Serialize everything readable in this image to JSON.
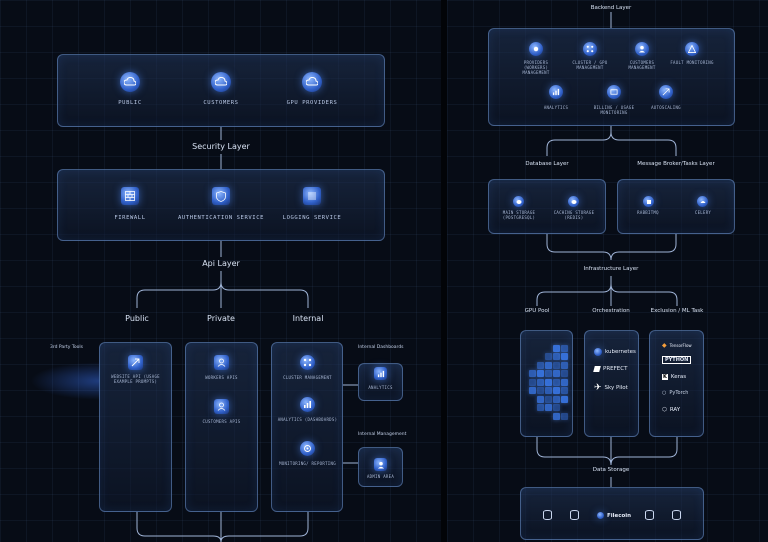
{
  "left": {
    "top_box": {
      "items": [
        {
          "label": "PUBLIC",
          "icon": "cloud-icon"
        },
        {
          "label": "CUSTOMERS",
          "icon": "cloud-icon"
        },
        {
          "label": "GPU PROVIDERS",
          "icon": "cloud-icon"
        }
      ]
    },
    "security_layer": "Security Layer",
    "security_box": {
      "items": [
        {
          "label": "FIREWALL",
          "icon": "firewall-icon"
        },
        {
          "label": "AUTHENTICATION SERVICE",
          "icon": "shield-icon"
        },
        {
          "label": "LOGGING SERVICE",
          "icon": "log-icon"
        }
      ]
    },
    "api_layer": "Api Layer",
    "api_columns": [
      "Public",
      "Private",
      "Internal"
    ],
    "third_party": "3rd Party Tools",
    "public_item": "WEBSITE API (USAGE EXAMPLE PROMPTS)",
    "private_items": [
      "WORKERS APIS",
      "CUSTOMERS APIS"
    ],
    "internal_items": [
      "CLUSTER MANAGEMENT",
      "ANALYTICS (DASHBOARDS)",
      "MONITORING/ REPORTING"
    ],
    "internal_dashboards": "Internal Dashboards",
    "analytics": "ANALYTICS",
    "internal_management": "Internal Management",
    "admin_area": "ADMIN AREA"
  },
  "right": {
    "backend_layer": "Backend Layer",
    "backend_items": [
      "PROVIDERS (WORKERS) MANAGEMENT",
      "CLUSTER / GPU MANAGEMENT",
      "CUSTOMERS MANAGEMENT",
      "FAULT MONITORING",
      "ANALYTICS",
      "BILLING / USAGE MONITORING",
      "AUTOSCALING"
    ],
    "database_layer": "Database Layer",
    "db_items": [
      "MAIN STORAGE (POSTGRESQL)",
      "CACHING STORAGE (REDIS)"
    ],
    "broker_layer": "Message Broker/Tasks Layer",
    "broker_items": [
      "RABBITMQ",
      "CELERY"
    ],
    "infrastructure_layer": "Infrastructure Layer",
    "gpu_pool": "GPU Pool",
    "orchestration": "Orchestration",
    "orchestration_tools": [
      "kubernetes",
      "PREFECT",
      "Sky Pilot"
    ],
    "ml_task": "Exclusion / ML Task",
    "ml_tools": [
      "TensorFlow",
      "PYTHON",
      "Keras",
      "PyTorch",
      "RAY"
    ],
    "data_storage": "Data Storage",
    "filecoin": "Filecoin"
  },
  "colors": {
    "accent": "#3a78e8",
    "background": "#070c16",
    "border": "#6e96d2"
  }
}
